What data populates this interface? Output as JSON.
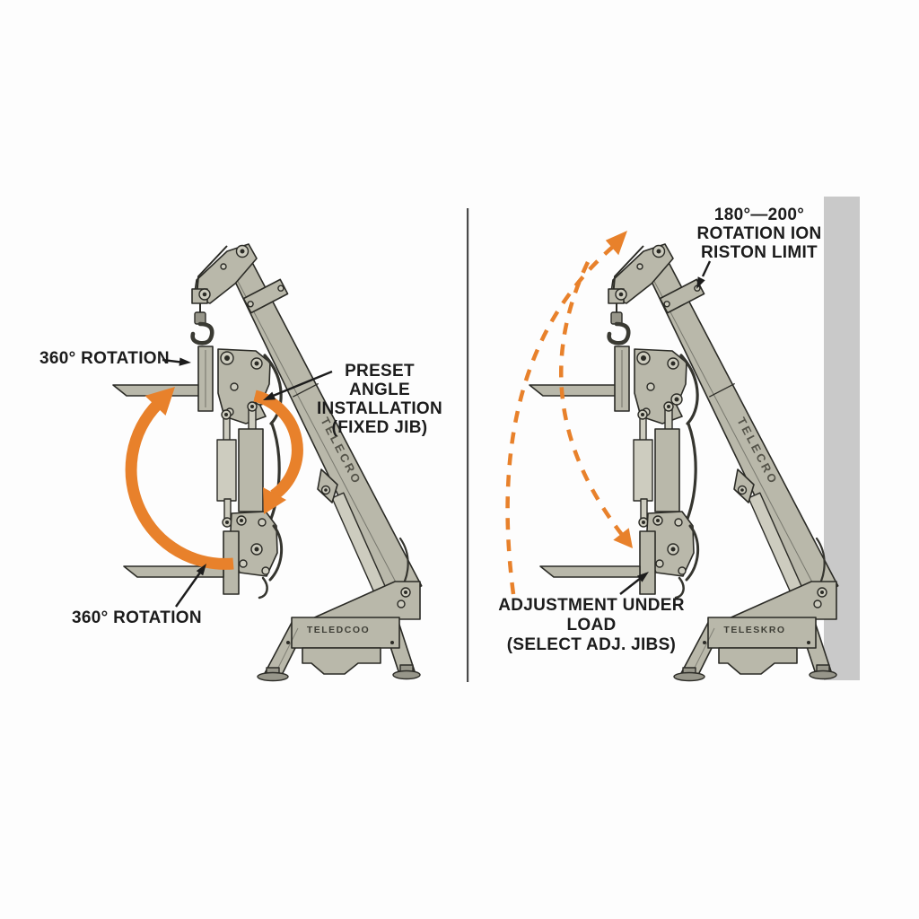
{
  "colors": {
    "background": "#FDFDFD",
    "accent": "#E8812B",
    "crane_fill": "#B9B8AA",
    "crane_fill_light": "#CDCCBF",
    "metal_dark": "#97968A",
    "outline": "#2B2B26",
    "wall": "#C9C9C9",
    "divider": "#4A4A4A",
    "text": "#1C1C1C"
  },
  "left": {
    "labels": {
      "rotation_top": "360° ROTATION",
      "preset": [
        "PRESET ANGLE",
        "INSTALLATION",
        "(FIXED JIB)"
      ],
      "rotation_bottom": "360° ROTATION"
    },
    "crane": {
      "boom_text": "TELECRO",
      "base_text": "TELEDCOO"
    }
  },
  "right": {
    "labels": {
      "limit": [
        "180°—200°",
        "ROTATION ION",
        "RISTON LIMIT"
      ],
      "adjust": [
        "ADJUSTMENT UNDER LOAD",
        "(SELECT ADJ. JIBS)"
      ]
    },
    "crane": {
      "boom_text": "TELECRO",
      "base_text": "TELESKRO"
    }
  }
}
